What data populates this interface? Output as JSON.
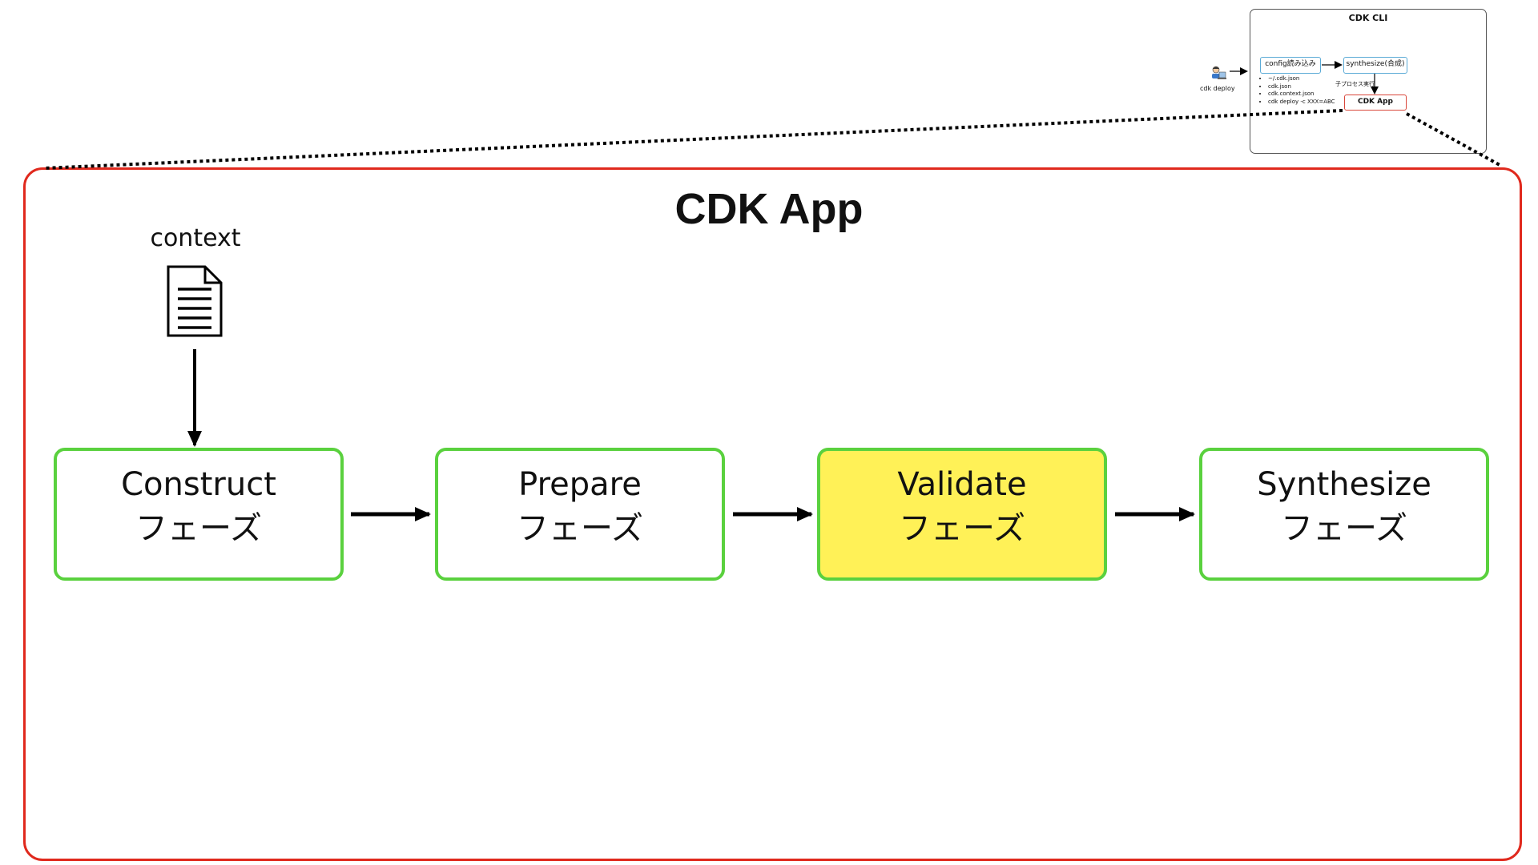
{
  "inset": {
    "title": "CDK CLI",
    "config_box": "config読み込み",
    "synth_box": "synthesize(合成)",
    "app_box": "CDK App",
    "sub_process_note": "子プロセス実行",
    "user_label": "cdk deploy",
    "config_sources": [
      "~/.cdk.json",
      "cdk.json",
      "cdk.context.json",
      "cdk deploy -c XXX=ABC"
    ]
  },
  "main": {
    "title": "CDK App",
    "context_label": "context",
    "phases": [
      {
        "name": "Construct",
        "suffix": "フェーズ",
        "highlighted": false
      },
      {
        "name": "Prepare",
        "suffix": "フェーズ",
        "highlighted": false
      },
      {
        "name": "Validate",
        "suffix": "フェーズ",
        "highlighted": true
      },
      {
        "name": "Synthesize",
        "suffix": "フェーズ",
        "highlighted": false
      }
    ]
  },
  "colors": {
    "app_frame": "#e0291d",
    "phase_border": "#5ad13e",
    "highlight_fill": "#fff157",
    "inset_box_border": "#5aaad6"
  },
  "icons": {
    "context": "document-icon",
    "user": "user-at-computer-icon"
  }
}
